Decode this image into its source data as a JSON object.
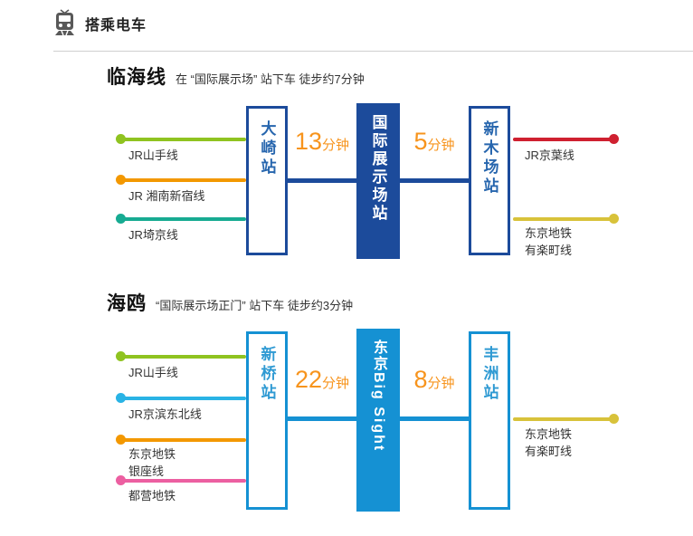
{
  "header": {
    "icon": "train-icon",
    "title": "搭乘电车"
  },
  "sections": [
    {
      "title": "临海线",
      "subtitle": "在 “国际展示场” 站下车 徒步约7分钟",
      "theme": "#1c4b9b",
      "station_text_color": "#2766ae",
      "stations": {
        "left": "大崎站",
        "center": "国际展示场站",
        "right": "新木场站"
      },
      "times": [
        {
          "value": "13",
          "unit": "分钟"
        },
        {
          "value": "5",
          "unit": "分钟"
        }
      ],
      "left_lines": [
        {
          "name": "JR山手线",
          "color": "#8fc320"
        },
        {
          "name": "JR 湘南新宿线",
          "color": "#f39800"
        },
        {
          "name": "JR埼京线",
          "color": "#17ab92"
        }
      ],
      "right_lines": [
        {
          "name": "JR京葉线",
          "name2": "",
          "color": "#cf2030"
        },
        {
          "name": "东京地铁",
          "name2": "有楽町线",
          "color": "#d8c23a"
        }
      ]
    },
    {
      "title": "海鸥",
      "subtitle": "“国际展示场正门” 站下车 徒步约3分钟",
      "theme": "#1591d3",
      "station_text_color": "#2f9ad3",
      "stations": {
        "left": "新桥站",
        "center": "东京Big Sight",
        "right": "丰洲站"
      },
      "times": [
        {
          "value": "22",
          "unit": "分钟"
        },
        {
          "value": "8",
          "unit": "分钟"
        }
      ],
      "left_lines": [
        {
          "name": "JR山手线",
          "color": "#8fc320"
        },
        {
          "name": "JR京滨东北线",
          "color": "#29b3e5"
        },
        {
          "name": "东京地铁",
          "name2": "银座线",
          "color": "#f39800"
        },
        {
          "name": "都营地铁",
          "color": "#ec5fa1"
        }
      ],
      "right_lines": [
        {
          "name": "东京地铁",
          "name2": "有楽町线",
          "color": "#d8c23a"
        }
      ]
    }
  ]
}
